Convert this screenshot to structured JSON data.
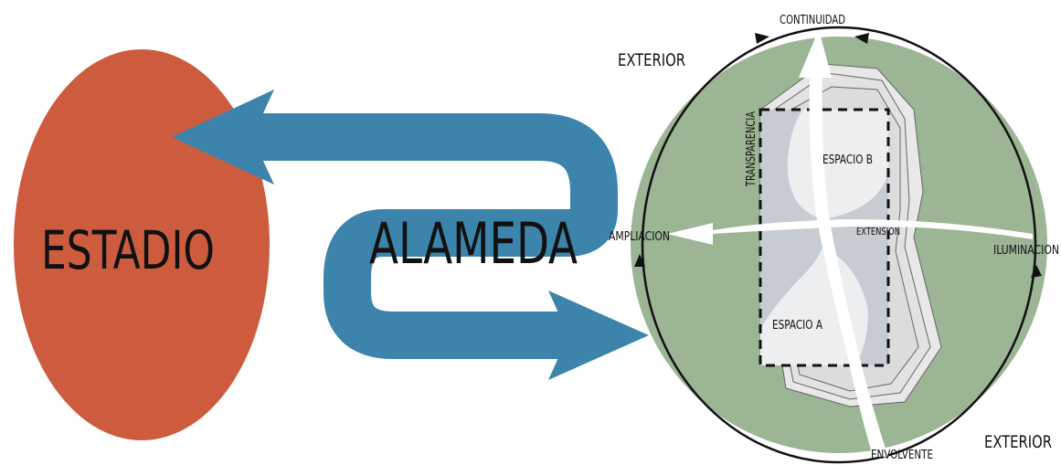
{
  "labels": {
    "estadio": "ESTADIO",
    "alameda": "ALAMEDA",
    "exterior_top": "EXTERIOR",
    "exterior_bottom": "EXTERIOR",
    "continuidad": "CONTINUIDAD",
    "transparencia": "TRANSPARENCIA",
    "espacio_b": "ESPACIO B",
    "espacio_a": "ESPACIO A",
    "ampliacion": "AMPLIACION",
    "extension": "EXTENSION",
    "iluminacion": "ILUMINACION",
    "envolvente": "ENVOLVENTE"
  },
  "colors": {
    "stadium": "#cd5c3f",
    "alameda_arrow": "#3d84ac",
    "site_circle": "#9bb595",
    "building_gray": "#c6ccd2",
    "outline_gray": "#e6e6e6",
    "arrow_white": "#ffffff",
    "ink": "#111111"
  }
}
